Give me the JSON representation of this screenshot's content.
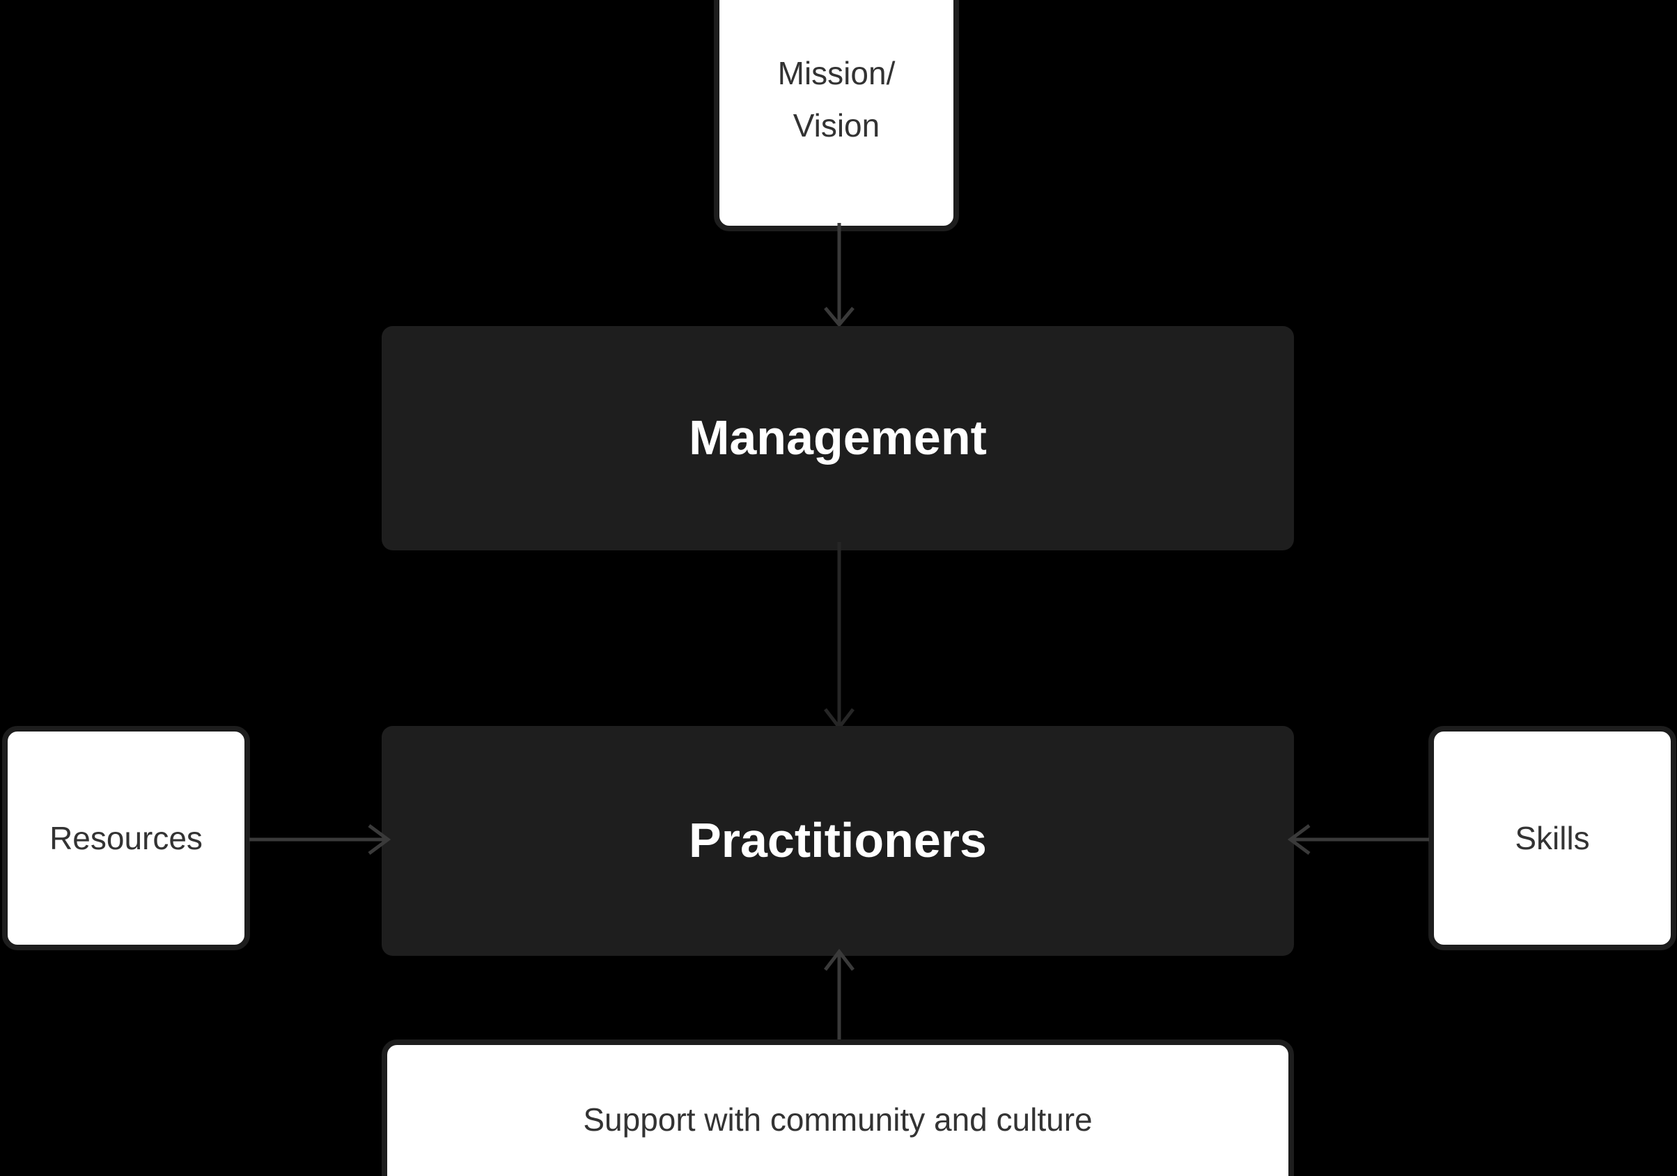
{
  "diagram": {
    "title": "Practitioner support flow diagram",
    "background_color": "#000000",
    "nodes": {
      "mission_vision": {
        "label": "Mission/\nVision",
        "style": "light",
        "fill_color": "#ffffff",
        "border_color": "#1d1d1d",
        "text_color": "#333333"
      },
      "management": {
        "label": "Management",
        "style": "dark",
        "fill_color": "#1e1e1e",
        "text_color": "#ffffff"
      },
      "practitioners": {
        "label": "Practitioners",
        "style": "dark",
        "fill_color": "#1e1e1e",
        "text_color": "#ffffff"
      },
      "resources": {
        "label": "Resources",
        "style": "light",
        "fill_color": "#ffffff",
        "border_color": "#1d1d1d",
        "text_color": "#333333"
      },
      "skills": {
        "label": "Skills",
        "style": "light",
        "fill_color": "#ffffff",
        "border_color": "#1d1d1d",
        "text_color": "#333333"
      },
      "support": {
        "label": "Support with community and culture",
        "style": "light",
        "fill_color": "#ffffff",
        "border_color": "#1d1d1d",
        "text_color": "#2d2d2d"
      }
    },
    "edges": [
      {
        "id": "mission-to-management",
        "from": "mission_vision",
        "to": "management",
        "direction": "down",
        "arrowhead": "end",
        "color": "#3a3a3a"
      },
      {
        "id": "management-to-practitioners",
        "from": "management",
        "to": "practitioners",
        "direction": "down",
        "arrowhead": "end",
        "color": "#262626"
      },
      {
        "id": "resources-to-practitioners",
        "from": "resources",
        "to": "practitioners",
        "direction": "right",
        "arrowhead": "end",
        "color": "#3a3a3a"
      },
      {
        "id": "skills-to-practitioners",
        "from": "skills",
        "to": "practitioners",
        "direction": "left",
        "arrowhead": "end",
        "color": "#3a3a3a"
      },
      {
        "id": "support-to-practitioners",
        "from": "support",
        "to": "practitioners",
        "direction": "up",
        "arrowhead": "end",
        "color": "#3a3a3a"
      }
    ]
  }
}
